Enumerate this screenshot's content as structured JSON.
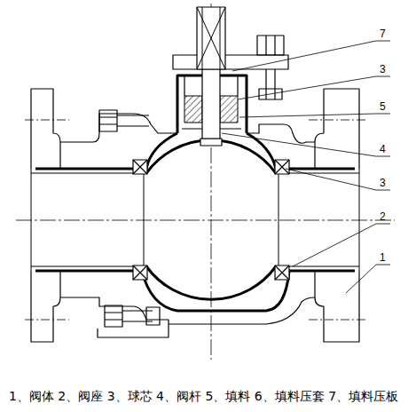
{
  "diagram": {
    "caption": "1、阀体 2、阀座 3、球芯 4、阀杆 5、填料 6、填料压套 7、填料压板",
    "labels": [
      "7",
      "3",
      "5",
      "4",
      "3",
      "2",
      "1"
    ]
  }
}
